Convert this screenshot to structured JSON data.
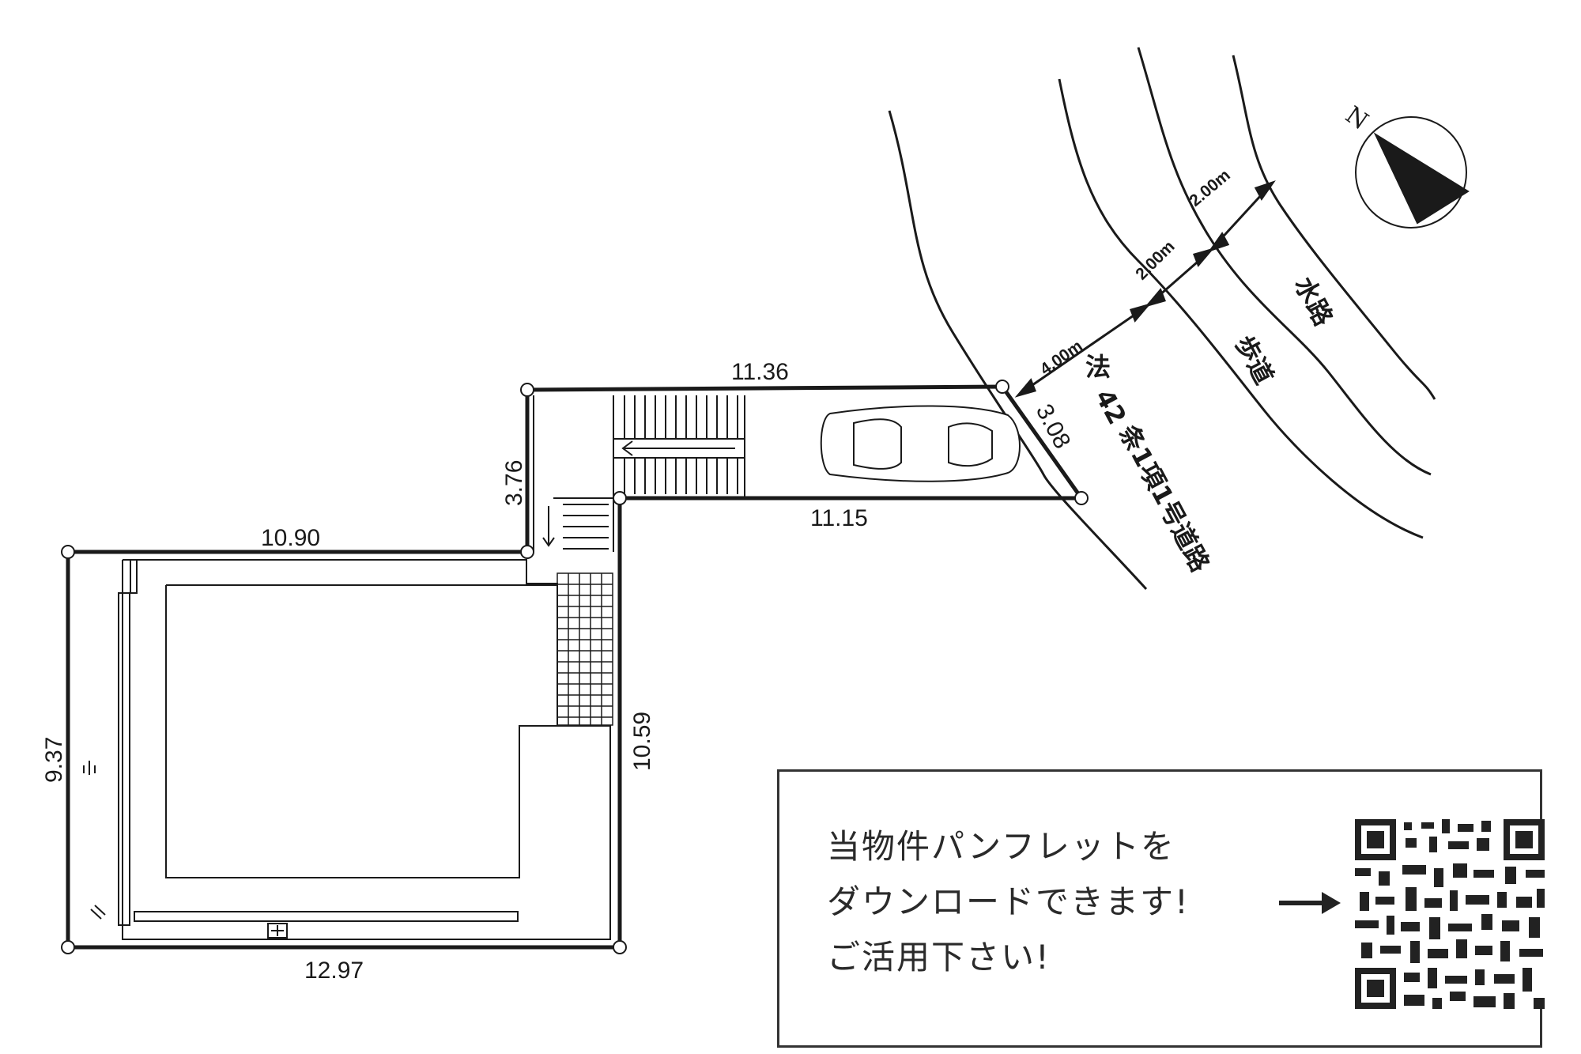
{
  "dimensions": {
    "top_drive": "11.36",
    "drive_depth": "3.76",
    "drive_bottom": "11.15",
    "road_frontage": "3.08",
    "lot_top": "10.90",
    "lot_left": "9.37",
    "lot_right": "10.59",
    "lot_bottom": "12.97"
  },
  "road": {
    "road_width": "4.00m",
    "sidewalk_width": "2.00m",
    "waterway_width": "2.00m",
    "road_name_line1": "法",
    "road_name_line2": "42",
    "road_name_line3": "条1項1号道路",
    "sidewalk_label": "歩道",
    "waterway_label": "水路"
  },
  "compass": {
    "north": "N"
  },
  "promo": {
    "line1": "当物件パンフレットを",
    "line2": "ダウンロードできます!",
    "line3": "ご活用下さい!"
  }
}
